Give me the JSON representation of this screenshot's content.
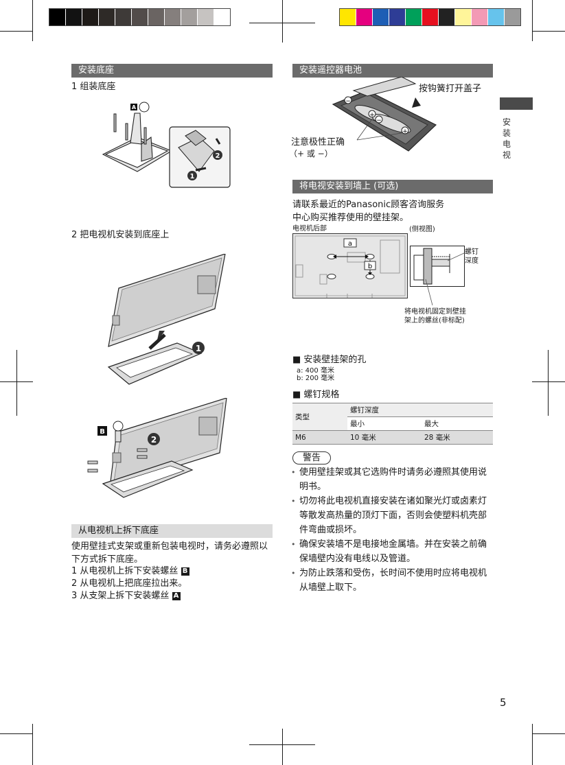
{
  "color_bar": {
    "grays": [
      "#000000",
      "#121212",
      "#1e1a17",
      "#2e2a27",
      "#3e3a38",
      "#524c4a",
      "#6a6462",
      "#857f7d",
      "#a39f9d",
      "#c6c3c1",
      "#ffffff"
    ],
    "colors": [
      "#ffe600",
      "#e5007f",
      "#1e5eb5",
      "#2e3d96",
      "#00a05a",
      "#e6101f",
      "#222222",
      "#fff59a",
      "#f39ab5",
      "#66c3ec",
      "#9a9a9a"
    ]
  },
  "left": {
    "section1_title": "安装底座",
    "step1": "1  组装底座",
    "step2": "2  把电视机安装到底座上",
    "label_A": "A",
    "label_B": "B",
    "num_1": "1",
    "num_2": "2",
    "section2_title": "从电视机上拆下底座",
    "remove_intro": "使用壁挂式支架或重新包装电视时，请务必遵照以下方式拆下底座。",
    "remove_step1": "1 从电视机上拆下安装螺丝",
    "remove_step2": "2  从电视机上把底座拉出来。",
    "remove_step3": "3  从支架上拆下安装螺丝"
  },
  "right": {
    "section1_title": "安装遥控器电池",
    "hook_label": "按钩簧打开盖子",
    "polarity_label": "注意极性正确",
    "polarity_sub": "（+  或  −）",
    "section2_title": "将电视安装到墙上 (可选)",
    "contact_text": "请联系最近的Panasonic顾客咨询服务中心购买推荐使用的壁挂架。",
    "tv_back_label": "电视机后部",
    "side_view_label": "(侧视图)",
    "dim_a": "a",
    "dim_b": "b",
    "screw_depth_label_1": "螺钉",
    "screw_depth_label_2": "深度",
    "bracket_note_1": "将电视机固定到壁挂",
    "bracket_note_2": "架上的螺丝(非标配)",
    "holes_heading": "■ 安装壁挂架的孔",
    "hole_a": "a: 400 毫米",
    "hole_b": "b: 200 毫米",
    "screw_heading": "■ 螺钉规格",
    "table": {
      "col_type": "类型",
      "col_depth": "螺钉深度",
      "col_min": "最小",
      "col_max": "最大",
      "row_type": "M6",
      "row_min": "10 毫米",
      "row_max": "28 毫米"
    },
    "warning_label": "警告",
    "warnings": [
      "使用壁挂架或其它选购件时请务必遵照其使用说明书。",
      "切勿将此电视机直接安装在诸如聚光灯或卤素灯等散发高热量的顶灯下面，否则会使塑料机壳部件弯曲或损坏。",
      "确保安装墙不是电接地金属墙。并在安装之前确保墙壁内没有电线以及管道。",
      "为防止跌落和受伤，长时间不使用时应将电视机从墙壁上取下。"
    ]
  },
  "side_tab_text": "安装电视",
  "page_number": "5"
}
